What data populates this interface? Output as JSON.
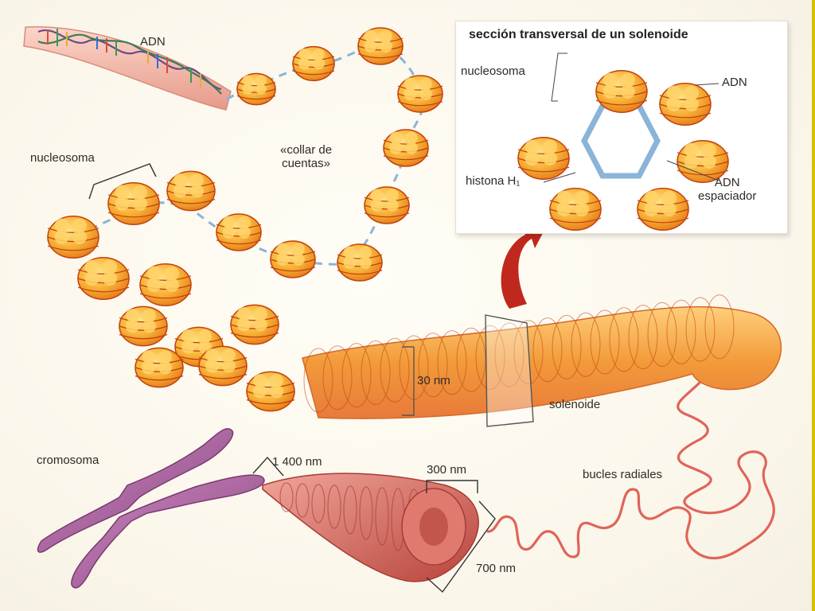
{
  "labels": {
    "adn_top": "ADN",
    "collar": "«collar de\ncuentas»",
    "nucleosoma_left": "nucleosoma",
    "nm30": "30 nm",
    "solenoide": "solenoide",
    "cromosoma": "cromosoma",
    "nm1400": "1 400 nm",
    "nm300": "300 nm",
    "nm700": "700 nm",
    "bucles": "bucles radiales"
  },
  "inset": {
    "title": "sección transversal de un solenoide",
    "nucleosoma": "nucleosoma",
    "adn": "ADN",
    "histona": "histona H₁",
    "adn_espaciador": "ADN\nespaciador"
  },
  "colors": {
    "nucleosome": "#f4a22a",
    "nucleosome_light": "#ffd46a",
    "nucleosome_edge": "#c2410c",
    "linker": "#8ab4d8",
    "dna_tube": "#f3b3a8",
    "chromosome": "#b36aa6",
    "fiber": "#d8685e",
    "arrow": "#c0281e"
  }
}
